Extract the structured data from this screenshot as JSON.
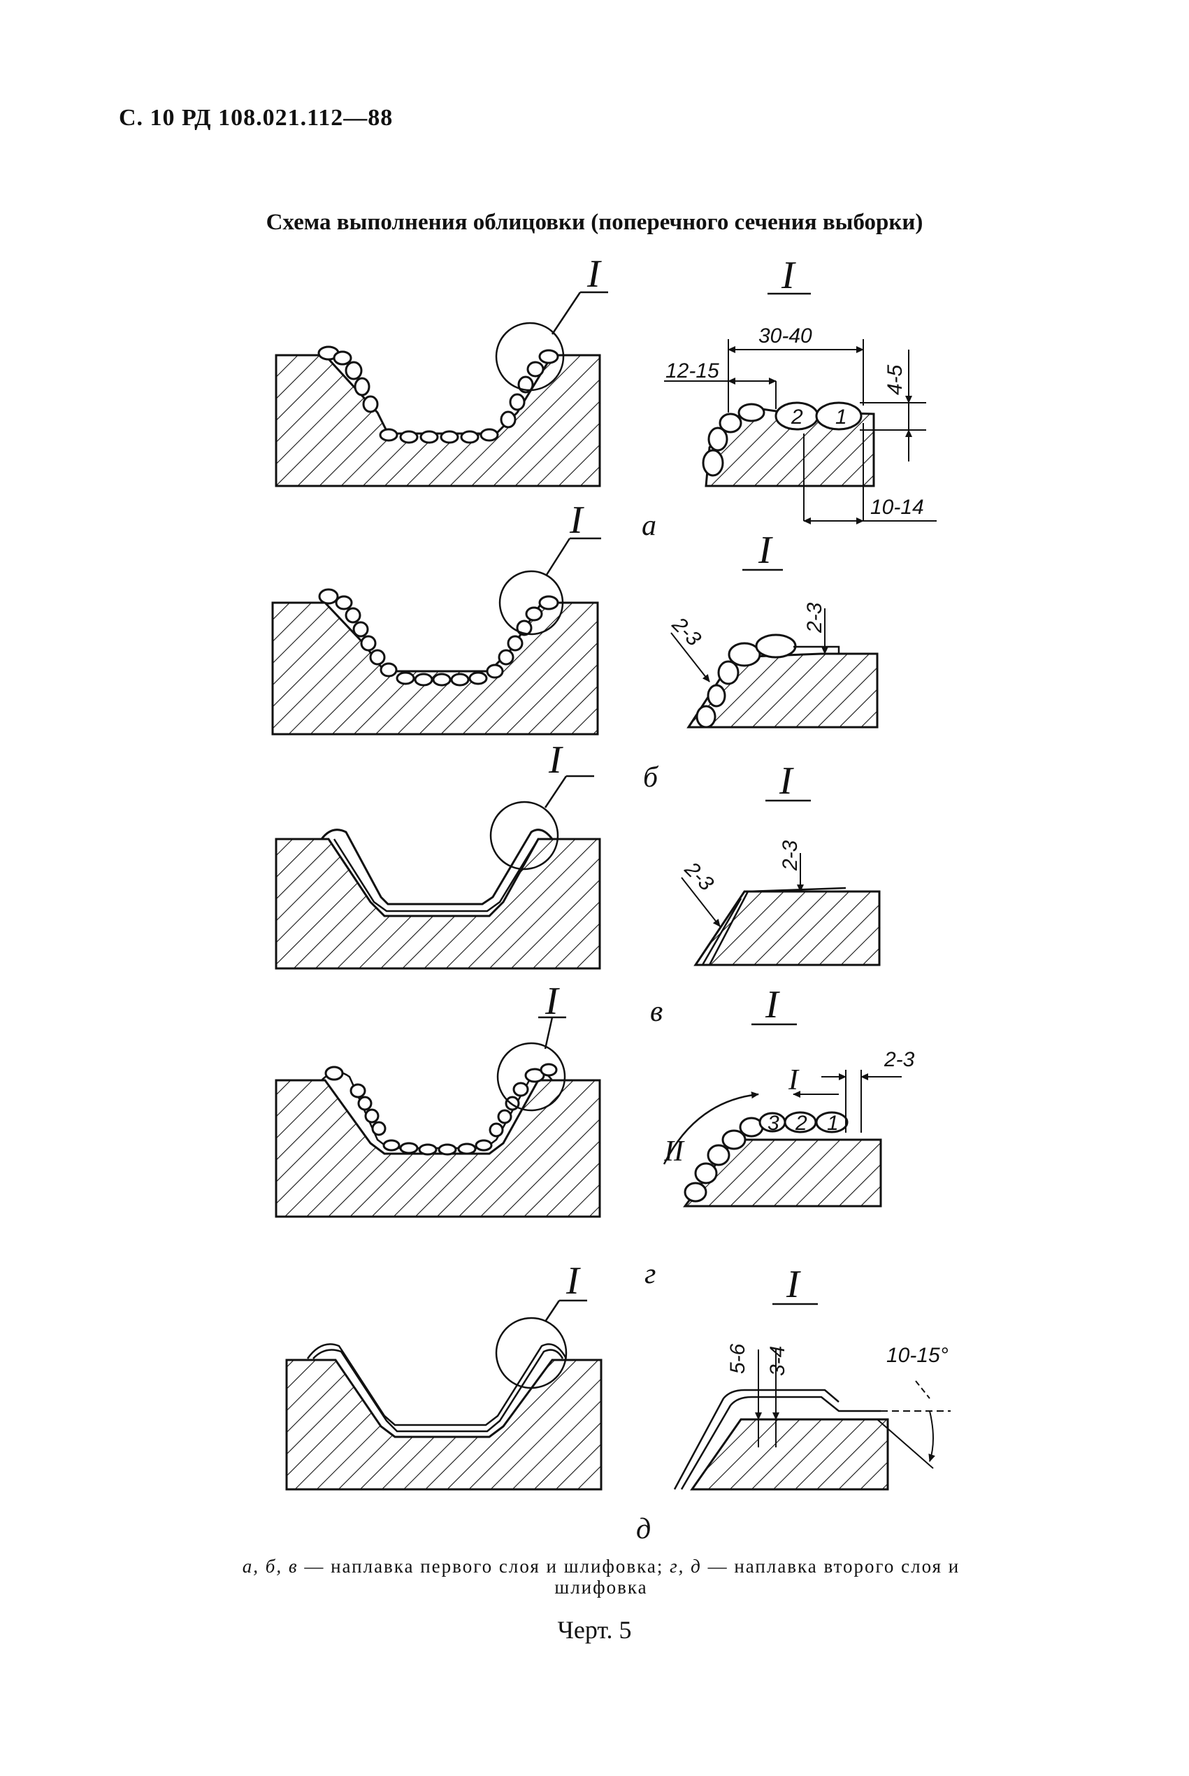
{
  "header": "С. 10 РД 108.021.112—88",
  "title": "Схема выполнения облицовки (поперечного сечения выборки)",
  "detail_label": "I",
  "panels": [
    {
      "letter": "а",
      "dims": [
        "30-40",
        "12-15",
        "4-5",
        "10-14"
      ],
      "beads": [
        "2",
        "1"
      ]
    },
    {
      "letter": "б",
      "dims": [
        "2-3",
        "2-3"
      ]
    },
    {
      "letter": "в",
      "dims": [
        "2-3",
        "2-3"
      ]
    },
    {
      "letter": "г",
      "dims": [
        "2-3"
      ],
      "passes": [
        "I",
        "II"
      ],
      "beads": [
        "3",
        "2",
        "1"
      ]
    },
    {
      "letter": "д",
      "dims": [
        "5-6",
        "3-4",
        "10-15°"
      ]
    }
  ],
  "caption": {
    "part1_letters": "а, б, в",
    "part1_text": " — наплавка первого слоя и шлифовка; ",
    "part2_letters": "г, д",
    "part2_text": " — наплавка второго слоя и шлифовка"
  },
  "figure_label": "Черт. 5"
}
